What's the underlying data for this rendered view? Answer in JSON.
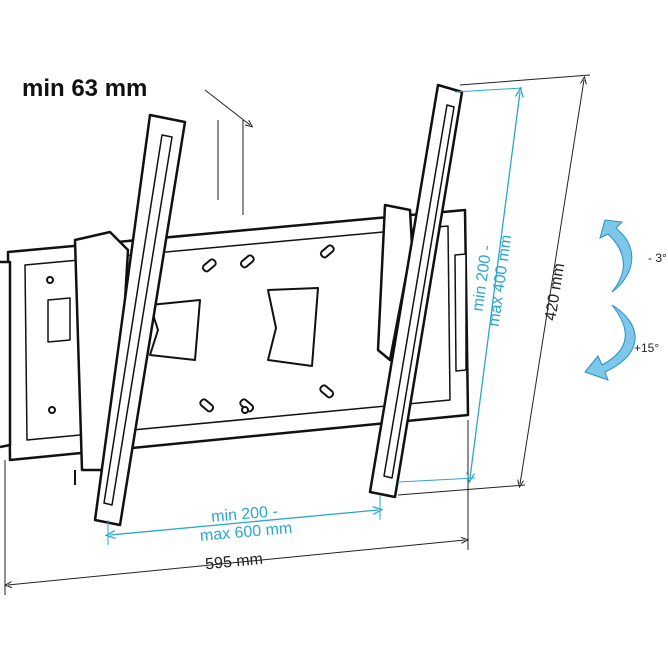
{
  "labels": {
    "depth": "min 63 mm",
    "vertical_spacing_line1": "min 200 -",
    "vertical_spacing_line2": "max 400 mm",
    "height": "420 mm",
    "tilt_up": "- 3°",
    "tilt_down": "+15°",
    "horizontal_spacing_line1": "min 200 -",
    "horizontal_spacing_line2": "max 600 mm",
    "width": "595 mm"
  },
  "colors": {
    "accent": "#2aa6cf",
    "arrow": "#7cc7ea",
    "line": "#111111"
  }
}
